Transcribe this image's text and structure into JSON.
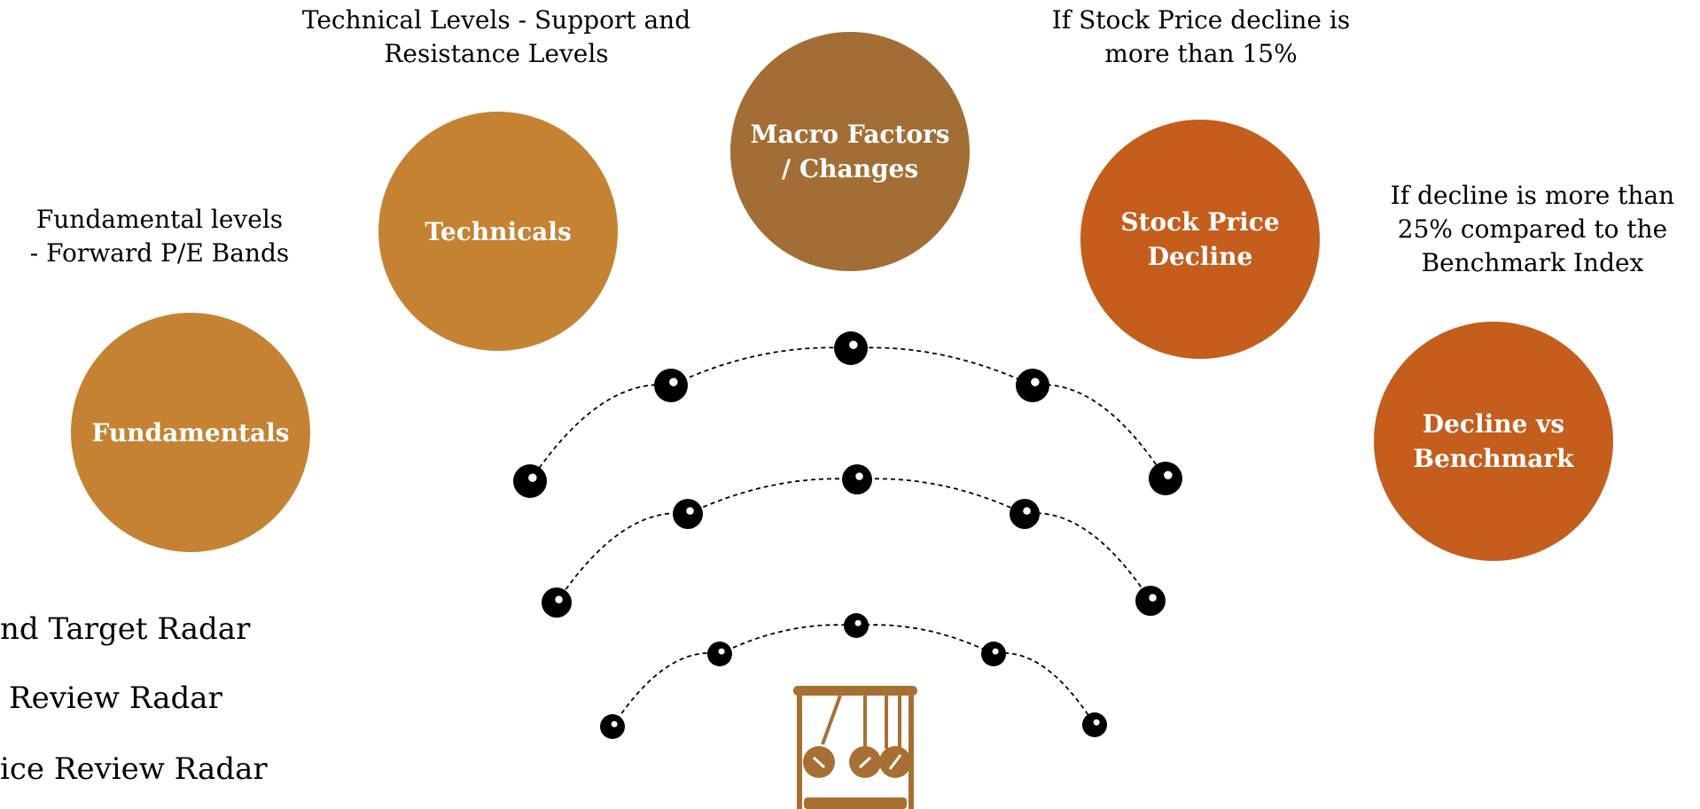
{
  "colors": {
    "light_orange": "#C58233",
    "brown": "#A36E35",
    "dark_orange": "#C55D1D",
    "dot": "#000000",
    "icon": "#A86F33"
  },
  "circles": {
    "fundamentals": "Fundamentals",
    "technicals": "Technicals",
    "macro": "Macro Factors\n/ Changes",
    "stock_decline": "Stock Price\nDecline",
    "benchmark": "Decline vs\nBenchmark"
  },
  "notes": {
    "fundamentals": "Fundamental levels\n- Forward P/E Bands",
    "technicals": "Technical Levels - Support and\nResistance Levels",
    "stock_decline": "If Stock Price decline is\nmore than 15%",
    "benchmark": "If decline is more than\n25% compared to the\nBenchmark Index"
  },
  "legend": [
    "nd Target Radar",
    "Review  Radar",
    "ice  Review Radar"
  ],
  "icons": {
    "radar_dots": "dot-icon",
    "newton_cradle": "newtons-cradle-icon"
  }
}
